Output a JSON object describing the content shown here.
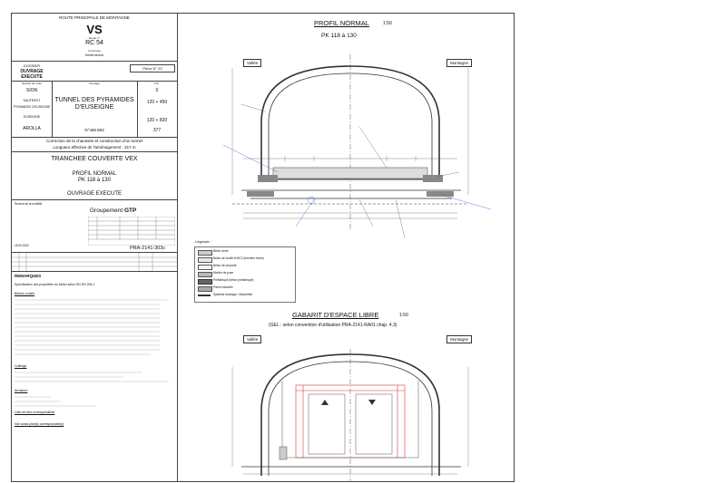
{
  "title_block": {
    "client": "ROUTE PRINCIPALE DE MONTAGNE",
    "canton": "VS",
    "route_label": "Route n°",
    "route": "RC 54",
    "commune_label": "Commune",
    "commune": "Hérémence",
    "dossier_label": "DOSSIER",
    "dossier": "OUVRAGE EXECUTE",
    "piece_label": "Pièce N° 23",
    "section_label": "Section de route",
    "ouvrage_label": "Ouvrage",
    "pk_label": "P.K.",
    "sections": [
      "SION",
      "SAUTEROT",
      "PYRAMIDES D'EUSEIGNE",
      "EUSEIGNE",
      "AROLLA"
    ],
    "ouvrage": "TUNNEL DES PYRAMIDES D'EUSEIGNE",
    "pks": [
      "0",
      "120 + 450",
      "120 + 820",
      "377"
    ],
    "ouvrage_no": "N°468 863",
    "works": "Correction de la chaussée et construction d'un tunnel",
    "length": "Longueur effective de l'aménagement : 317 m",
    "tranchee": "TRANCHEE COUVERTE VEX",
    "plan_title": "PROFIL NORMAL",
    "plan_pk": "PK 118 à 130",
    "plan_status": "OUVRAGE EXECUTE",
    "group": "Groupement",
    "group_bold": "GTP",
    "drawing_no": "PRA-2141-303c",
    "date": "15.09.2022",
    "office": "Service de la mobilité",
    "remarks_title": "REMARQUES",
    "spec": "Spécification des propriétés du béton selon SN EN 206-1",
    "beton_label": "Bétons coulés",
    "coffrage": "Coffrage",
    "armature": "Armature",
    "fers_label": "Liste de fers correspondante",
    "plans_label": "Voir aussi plan(s) correspondant(s)"
  },
  "profil": {
    "title": "PROFIL NORMAL",
    "scale": "1:50",
    "pk": "PK 118 à 130",
    "left_side": "Vallée",
    "right_side": "Montagne"
  },
  "gabarit": {
    "title": "GABARIT D'ESPACE LIBRE",
    "scale": "1:50",
    "subtitle": "(GEL : selon convention d'utilisation PRA-2141-RA01 chap. 4.3)",
    "left_side": "Vallée",
    "right_side": "Montagne"
  },
  "legend": {
    "title": "Légende :",
    "items": [
      "Béton armé",
      "Béton de fouille et BC2 (dernière levée)",
      "Béton de propreté",
      "Mortier de pose",
      "Préfabriqué (béton préfabriqué)",
      "Pierre naturelle",
      "Système drainage / étanchéité"
    ]
  },
  "colors": {
    "line": "#333333",
    "accent_blue": "#3b5bdb",
    "accent_red": "#d9363e",
    "hatch": "#888888"
  }
}
